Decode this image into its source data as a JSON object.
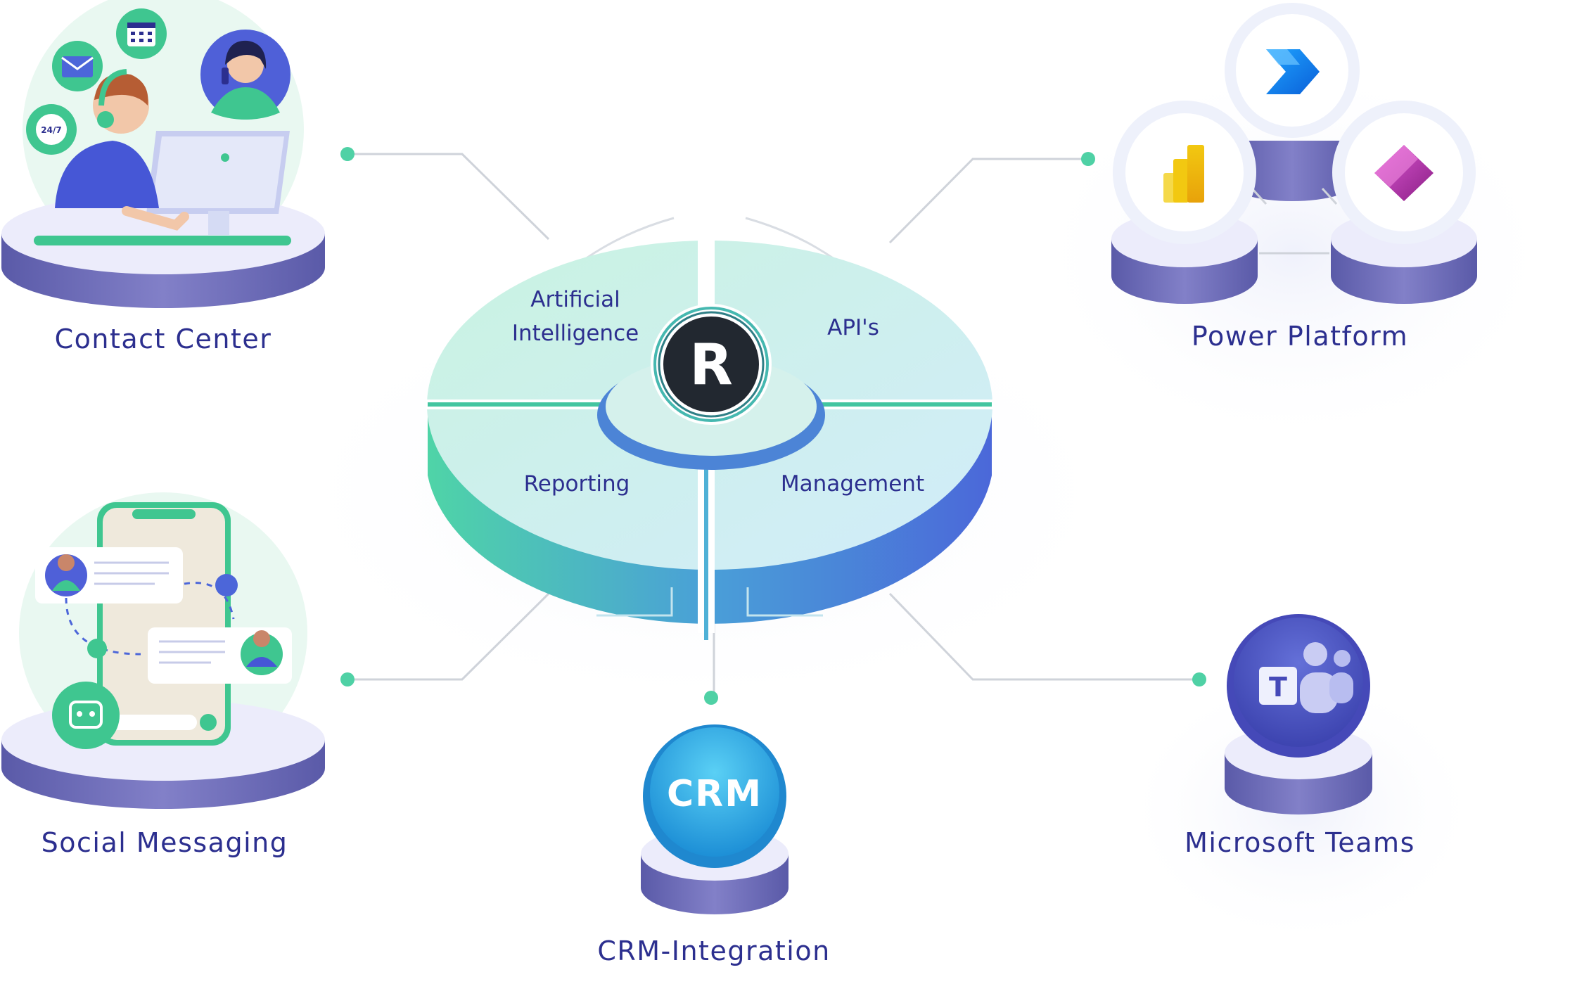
{
  "center": {
    "logo_letter": "R",
    "segments": {
      "top_left_line1": "Artificial",
      "top_left_line2": "Intelligence",
      "top_right": "API's",
      "bottom_left": "Reporting",
      "bottom_right": "Management"
    }
  },
  "nodes": {
    "contact_center": "Contact Center",
    "power_platform": "Power Platform",
    "social_messaging": "Social Messaging",
    "microsoft_teams": "Microsoft Teams",
    "crm_integration": "CRM-Integration"
  },
  "crm_badge": "CRM",
  "clock_badge": "24/7",
  "teams_letter": "T",
  "icons": [
    "calendar-icon",
    "mail-icon",
    "clock-icon",
    "headset-icon",
    "phone-icon",
    "chat-bubble-icon",
    "microphone-icon",
    "bot-icon",
    "power-automate-icon",
    "power-bi-icon",
    "power-apps-icon",
    "teams-icon"
  ],
  "colors": {
    "label_text": "#2c2f8f",
    "connector_dot": "#4fd1a5",
    "pedestal_top": "#ebebfb",
    "pedestal_side": "#6e6cb8",
    "disc_top_start": "#c9f3e1",
    "disc_top_end": "#d2ecfa",
    "disc_side_start": "#4fd4a7",
    "disc_side_end": "#4b68d9",
    "crm_blue": "#2fa8e6",
    "teams_purple": "#4d58c8"
  }
}
